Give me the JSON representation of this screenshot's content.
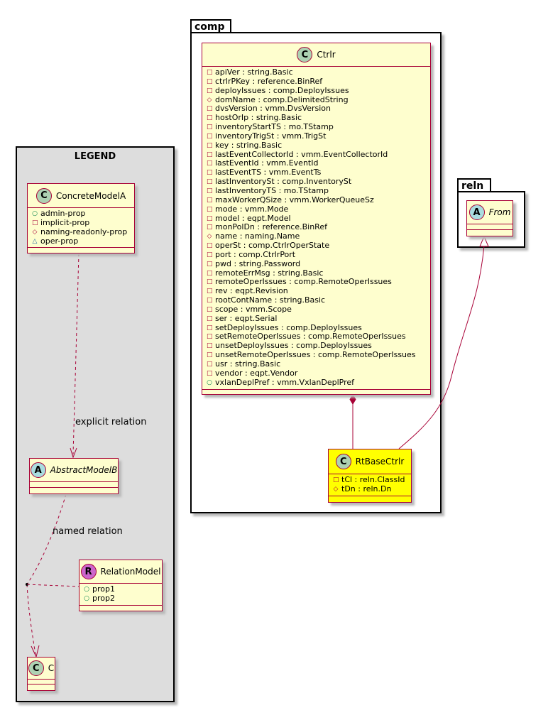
{
  "packages": {
    "comp": {
      "name": "comp"
    },
    "reln": {
      "name": "reln"
    }
  },
  "legend": {
    "title": "LEGEND"
  },
  "classes": {
    "ctrlr": {
      "name": "Ctrlr",
      "stereotype": "C",
      "attributes": [
        {
          "vis": "-",
          "text": "apiVer : string.Basic"
        },
        {
          "vis": "-",
          "text": "ctrlrPKey : reference.BinRef"
        },
        {
          "vis": "-",
          "text": "deployIssues : comp.DeployIssues"
        },
        {
          "vis": "#",
          "text": "domName : comp.DelimitedString"
        },
        {
          "vis": "-",
          "text": "dvsVersion : vmm.DvsVersion"
        },
        {
          "vis": "-",
          "text": "hostOrIp : string.Basic"
        },
        {
          "vis": "-",
          "text": "inventoryStartTS : mo.TStamp"
        },
        {
          "vis": "-",
          "text": "inventoryTrigSt : vmm.TrigSt"
        },
        {
          "vis": "-",
          "text": "key : string.Basic"
        },
        {
          "vis": "-",
          "text": "lastEventCollectorId : vmm.EventCollectorId"
        },
        {
          "vis": "-",
          "text": "lastEventId : vmm.EventId"
        },
        {
          "vis": "-",
          "text": "lastEventTS : vmm.EventTs"
        },
        {
          "vis": "-",
          "text": "lastInventorySt : comp.InventorySt"
        },
        {
          "vis": "-",
          "text": "lastInventoryTS : mo.TStamp"
        },
        {
          "vis": "-",
          "text": "maxWorkerQSize : vmm.WorkerQueueSz"
        },
        {
          "vis": "-",
          "text": "mode : vmm.Mode"
        },
        {
          "vis": "-",
          "text": "model : eqpt.Model"
        },
        {
          "vis": "-",
          "text": "monPolDn : reference.BinRef"
        },
        {
          "vis": "#",
          "text": "name : naming.Name"
        },
        {
          "vis": "-",
          "text": "operSt : comp.CtrlrOperState"
        },
        {
          "vis": "-",
          "text": "port : comp.CtrlrPort"
        },
        {
          "vis": "-",
          "text": "pwd : string.Password"
        },
        {
          "vis": "-",
          "text": "remoteErrMsg : string.Basic"
        },
        {
          "vis": "-",
          "text": "remoteOperIssues : comp.RemoteOperIssues"
        },
        {
          "vis": "-",
          "text": "rev : eqpt.Revision"
        },
        {
          "vis": "-",
          "text": "rootContName : string.Basic"
        },
        {
          "vis": "-",
          "text": "scope : vmm.Scope"
        },
        {
          "vis": "-",
          "text": "ser : eqpt.Serial"
        },
        {
          "vis": "-",
          "text": "setDeployIssues : comp.DeployIssues"
        },
        {
          "vis": "-",
          "text": "setRemoteOperIssues : comp.RemoteOperIssues"
        },
        {
          "vis": "-",
          "text": "unsetDeployIssues : comp.DeployIssues"
        },
        {
          "vis": "-",
          "text": "unsetRemoteOperIssues : comp.RemoteOperIssues"
        },
        {
          "vis": "-",
          "text": "usr : string.Basic"
        },
        {
          "vis": "-",
          "text": "vendor : eqpt.Vendor"
        },
        {
          "vis": "+",
          "text": "vxlanDeplPref : vmm.VxlanDeplPref"
        }
      ]
    },
    "rtBaseCtrlr": {
      "name": "RtBaseCtrlr",
      "stereotype": "C",
      "highlight_color": "#ffff00",
      "attributes": [
        {
          "vis": "-",
          "text": "tCl : reln.ClassId"
        },
        {
          "vis": "#",
          "text": "tDn : reln.Dn"
        }
      ]
    },
    "from": {
      "name": "From",
      "stereotype": "A",
      "abstract": true,
      "attributes": []
    },
    "concreteModelA": {
      "name": "ConcreteModelA",
      "stereotype": "C",
      "attributes": [
        {
          "vis": "+",
          "text": "admin-prop"
        },
        {
          "vis": "-",
          "text": "implicit-prop"
        },
        {
          "vis": "#",
          "text": "naming-readonly-prop"
        },
        {
          "vis": "~",
          "text": "oper-prop"
        }
      ]
    },
    "abstractModelB": {
      "name": "AbstractModelB",
      "stereotype": "A",
      "abstract": true,
      "attributes": []
    },
    "relationModel": {
      "name": "RelationModel",
      "stereotype": "R",
      "attributes": [
        {
          "vis": "+",
          "text": "prop1"
        },
        {
          "vis": "+",
          "text": "prop2"
        }
      ]
    },
    "c": {
      "name": "C",
      "stereotype": "C",
      "attributes": []
    }
  },
  "edges": {
    "explicit": {
      "label": "explicit relation"
    },
    "named": {
      "label": "named relation"
    }
  },
  "colors": {
    "class_border": "#a80036",
    "class_fill": "#fefece",
    "legend_fill": "#dddddd",
    "stereotype_class": "#add1b2",
    "stereotype_abstract": "#a9dcdf",
    "stereotype_relation": "#cc66cc"
  }
}
